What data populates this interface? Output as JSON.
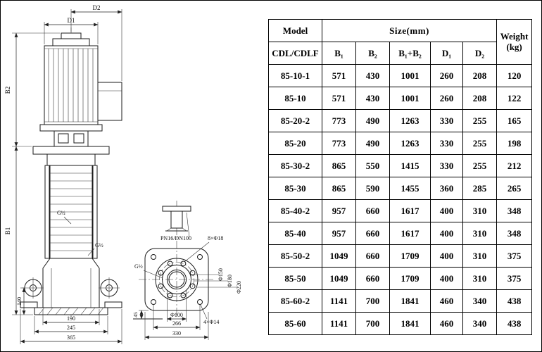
{
  "table": {
    "header_row1": {
      "model": "Model",
      "size": "Size(mm)",
      "weight": "Weight",
      "weight_unit": "(kg)"
    },
    "header_row2": {
      "model_series": "CDL/CDLF",
      "b1": "B₁",
      "b2": "B₂",
      "b1b2": "B₁+B₂",
      "d1": "D₁",
      "d2": "D₂"
    },
    "rows": [
      {
        "model": "85-10-1",
        "b1": "571",
        "b2": "430",
        "b1b2": "1001",
        "d1": "260",
        "d2": "208",
        "weight": "120"
      },
      {
        "model": "85-10",
        "b1": "571",
        "b2": "430",
        "b1b2": "1001",
        "d1": "260",
        "d2": "208",
        "weight": "122"
      },
      {
        "model": "85-20-2",
        "b1": "773",
        "b2": "490",
        "b1b2": "1263",
        "d1": "330",
        "d2": "255",
        "weight": "165"
      },
      {
        "model": "85-20",
        "b1": "773",
        "b2": "490",
        "b1b2": "1263",
        "d1": "330",
        "d2": "255",
        "weight": "198"
      },
      {
        "model": "85-30-2",
        "b1": "865",
        "b2": "550",
        "b1b2": "1415",
        "d1": "330",
        "d2": "255",
        "weight": "212"
      },
      {
        "model": "85-30",
        "b1": "865",
        "b2": "590",
        "b1b2": "1455",
        "d1": "360",
        "d2": "285",
        "weight": "265"
      },
      {
        "model": "85-40-2",
        "b1": "957",
        "b2": "660",
        "b1b2": "1617",
        "d1": "400",
        "d2": "310",
        "weight": "348"
      },
      {
        "model": "85-40",
        "b1": "957",
        "b2": "660",
        "b1b2": "1617",
        "d1": "400",
        "d2": "310",
        "weight": "348"
      },
      {
        "model": "85-50-2",
        "b1": "1049",
        "b2": "660",
        "b1b2": "1709",
        "d1": "400",
        "d2": "310",
        "weight": "375"
      },
      {
        "model": "85-50",
        "b1": "1049",
        "b2": "660",
        "b1b2": "1709",
        "d1": "400",
        "d2": "310",
        "weight": "375"
      },
      {
        "model": "85-60-2",
        "b1": "1141",
        "b2": "700",
        "b1b2": "1841",
        "d1": "460",
        "d2": "340",
        "weight": "438"
      },
      {
        "model": "85-60",
        "b1": "1141",
        "b2": "700",
        "b1b2": "1841",
        "d1": "460",
        "d2": "340",
        "weight": "438"
      }
    ]
  },
  "drawing": {
    "dims": {
      "d1": "D1",
      "d2": "D2",
      "b1": "B1",
      "b2": "B2",
      "h140": "140",
      "w190": "190",
      "w245": "245",
      "w365": "365",
      "flange_rating": "PN16/DN100",
      "bolt_circle_holes": "8×Φ18",
      "corner_holes": "4×Φ14",
      "bore": "Φ100",
      "w266": "266",
      "w330": "330",
      "h45": "45",
      "phi150": "Φ150",
      "phi180": "Φ180",
      "phi220": "Φ220",
      "port": "G½"
    }
  }
}
